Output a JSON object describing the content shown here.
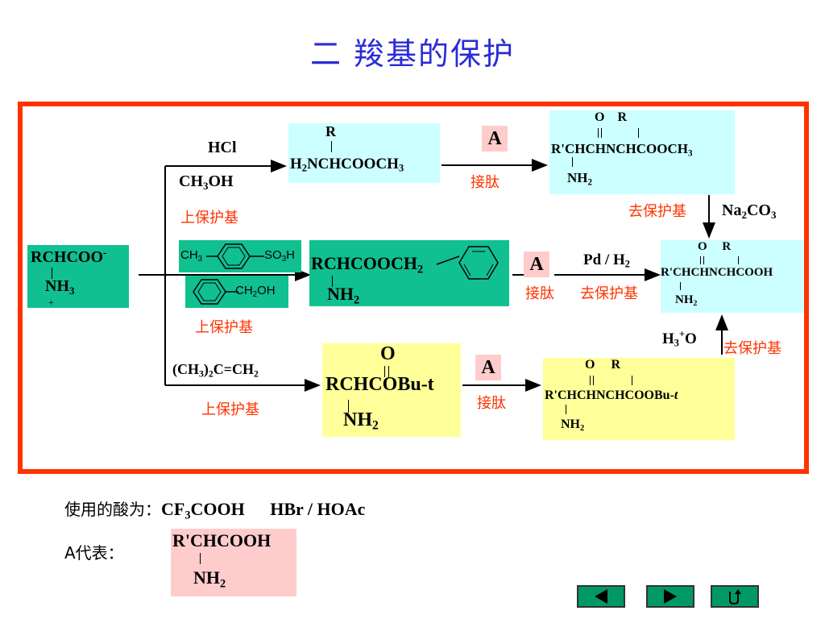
{
  "title": "二 羧基的保护",
  "start": {
    "line1": "RCHCOO",
    "charge_neg": "-",
    "nh": "NH",
    "nh_sub": "3",
    "charge_pos": "+"
  },
  "route1": {
    "reagent1": "HCl",
    "reagent2_pre": "CH",
    "reagent2_sub": "3",
    "reagent2_post": "OH",
    "label": "上保护基",
    "product_r": "R",
    "product_pre": "H",
    "product_sub1": "2",
    "product_mid": "NCHCOOCH",
    "product_sub2": "3",
    "A": "A",
    "coupling": "接肽",
    "dipeptide_top": "O    R",
    "dipeptide_pre": "R'CHCHNCHCOOCH",
    "dipeptide_sub": "3",
    "dipeptide_nh": "NH",
    "dipeptide_nh_sub": "2",
    "deprotect": "去保护基",
    "base_pre": "Na",
    "base_sub1": "2",
    "base_mid": "CO",
    "base_sub2": "3"
  },
  "route2": {
    "tsoh_ch": "CH",
    "tsoh_ch_sub": "3",
    "tsoh_so": "SO",
    "tsoh_so_sub": "3",
    "tsoh_h": "H",
    "bnoh_pre": "CH",
    "bnoh_sub": "2",
    "bnoh_post": "OH",
    "label": "上保护基",
    "product_pre": "RCHCOOCH",
    "product_sub": "2",
    "product_nh": "NH",
    "product_nh_sub": "2",
    "A": "A",
    "coupling": "接肽",
    "reagent_pre": "Pd / H",
    "reagent_sub": "2",
    "deprotect": "去保护基",
    "final_top": "O     R",
    "final_main": "R'CHCHNCHCOOH",
    "final_nh": "NH",
    "final_nh_sub": "2"
  },
  "route3": {
    "reagent_pre": "(CH",
    "reagent_sub1": "3",
    "reagent_mid": ")",
    "reagent_sub2": "2",
    "reagent_post": "C=CH",
    "reagent_sub3": "2",
    "label": "上保护基",
    "product_o": "O",
    "product_main": "RCHCOBu-t",
    "product_nh": "NH",
    "product_nh_sub": "2",
    "A": "A",
    "coupling": "接肽",
    "dipeptide_top": "O     R",
    "dipeptide_pre": "R'CHCHNCHCOOBu-",
    "dipeptide_t": "t",
    "dipeptide_nh": "NH",
    "dipeptide_nh_sub": "2",
    "acid_pre": "H",
    "acid_sub": "3",
    "acid_sup": "+",
    "acid_post": "O",
    "deprotect": "去保护基"
  },
  "footer": {
    "acids_label": "使用的酸为：",
    "acid1_pre": "CF",
    "acid1_sub": "3",
    "acid1_post": "COOH",
    "acid2": "HBr / HOAc",
    "a_label": "A代表：",
    "a_main": "R'CHCOOH",
    "a_nh": "NH",
    "a_nh_sub": "2"
  },
  "nav": [
    "prev-icon",
    "next-icon",
    "return-icon"
  ],
  "colors": {
    "title": "#2b2bd6",
    "frame": "#ff3300",
    "cyan": "#ccffff",
    "green": "#10c090",
    "yellow": "#ffff99",
    "pink": "#ffcccc",
    "nav": "#009966"
  }
}
